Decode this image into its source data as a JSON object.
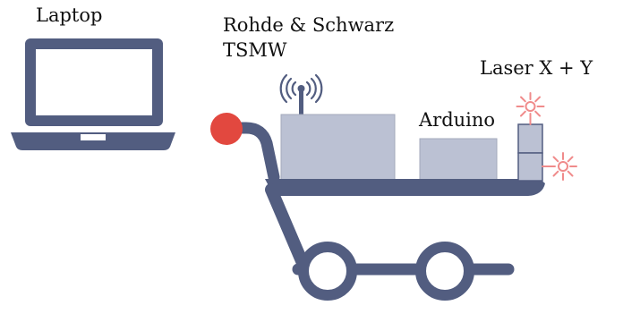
{
  "labels": {
    "laptop": "Laptop",
    "receiver_line1": "Rohde & Schwarz",
    "receiver_line2": "TSMW",
    "arduino": "Arduino",
    "laser": "Laser X + Y"
  },
  "colors": {
    "frame": "#525d80",
    "box_fill": "#bbc1d3",
    "box_stroke": "#a3a9bb",
    "handle_ball": "#e2483f",
    "laser": "#f08b8b",
    "text": "#111111"
  }
}
